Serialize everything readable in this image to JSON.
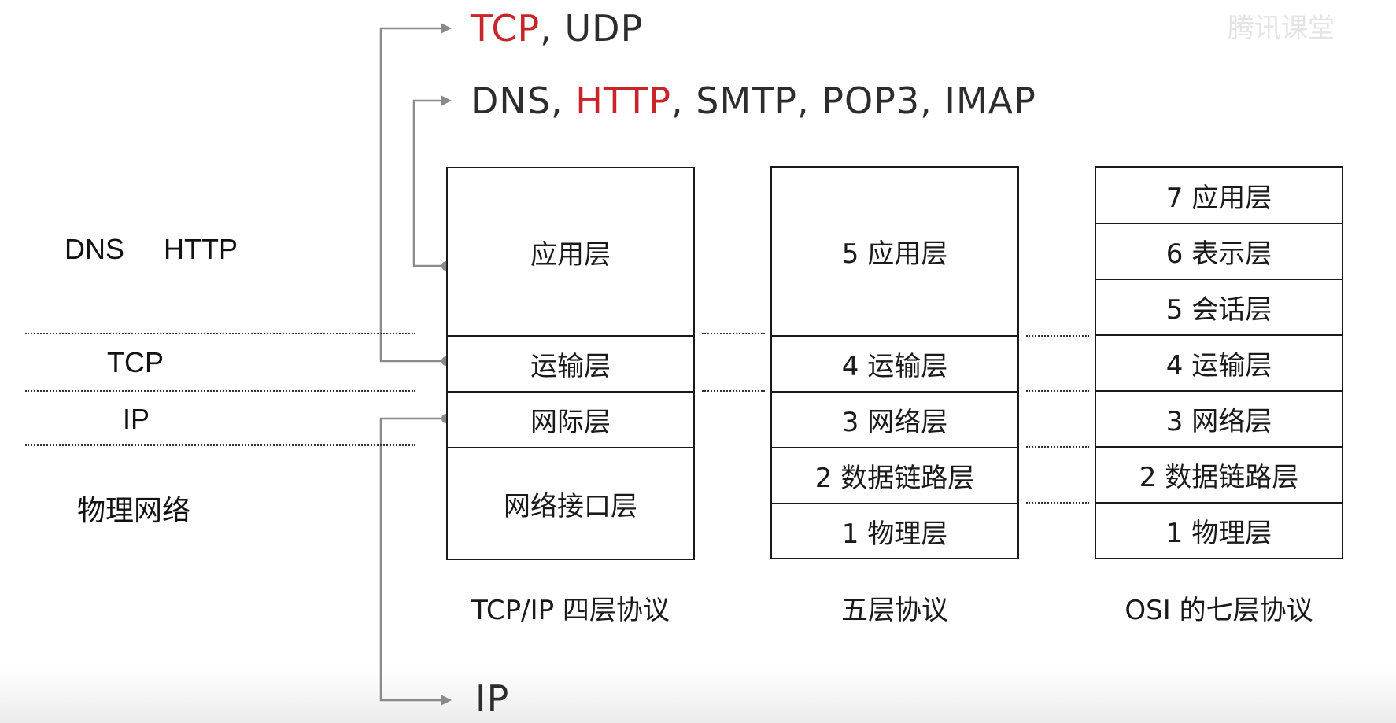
{
  "watermark": "腾讯课堂",
  "protocols": {
    "transport": {
      "highlight": "TCP",
      "rest": ", UDP"
    },
    "application": {
      "prefix": "DNS, ",
      "highlight": "HTTP",
      "rest": ", SMTP, POP3, IMAP"
    },
    "network": "IP"
  },
  "left_labels": {
    "dns": "DNS",
    "http": "HTTP",
    "tcp": "TCP",
    "ip": "IP",
    "physical": "物理网络"
  },
  "stacks": {
    "tcpip": {
      "caption": "TCP/IP 四层协议",
      "layers": [
        "应用层",
        "运输层",
        "网际层",
        "网络接口层"
      ]
    },
    "five": {
      "caption": "五层协议",
      "layers": [
        "5 应用层",
        "4 运输层",
        "3 网络层",
        "2 数据链路层",
        "1 物理层"
      ]
    },
    "osi": {
      "caption": "OSI 的七层协议",
      "layers": [
        "7 应用层",
        "6 表示层",
        "5 会话层",
        "4 运输层",
        "3 网络层",
        "2 数据链路层",
        "1 物理层"
      ]
    }
  },
  "colors": {
    "highlight": "#c8252b",
    "ink": "#2d2d2d",
    "connector": "#8a8a8a"
  }
}
